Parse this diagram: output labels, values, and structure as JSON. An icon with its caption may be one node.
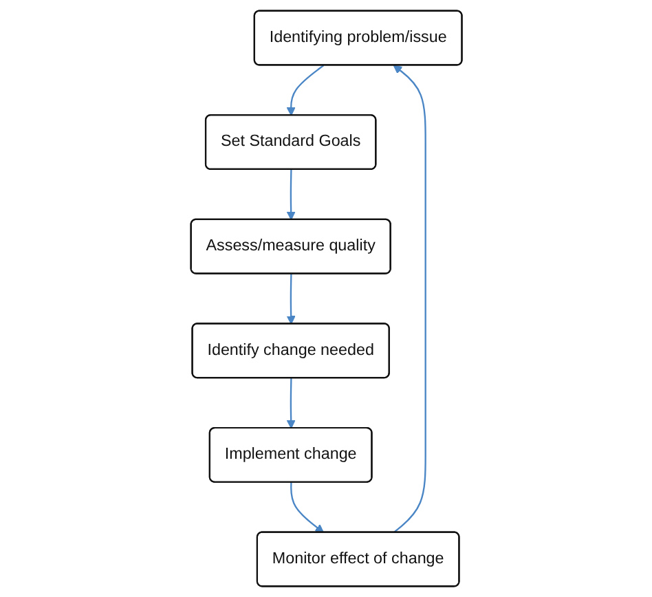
{
  "diagram": {
    "nodes": [
      {
        "text": [
          "Identifying problem/issue"
        ]
      },
      {
        "text": [
          "Set Standard Goals"
        ]
      },
      {
        "text": [
          "Assess/measure quality"
        ]
      },
      {
        "text": [
          "Identify change needed"
        ]
      },
      {
        "text": [
          "Implement change"
        ]
      },
      {
        "text": [
          "Monitor effect of change"
        ]
      }
    ],
    "edges": [
      {
        "from": 0,
        "to": 1,
        "arrow": "to"
      },
      {
        "from": 1,
        "to": 2,
        "arrow": "to"
      },
      {
        "from": 2,
        "to": 3,
        "arrow": "to"
      },
      {
        "from": 3,
        "to": 4,
        "arrow": "to"
      },
      {
        "from": 4,
        "to": 5,
        "arrow": "to"
      },
      {
        "from": 5,
        "to": 0,
        "arrow": "to"
      }
    ]
  }
}
